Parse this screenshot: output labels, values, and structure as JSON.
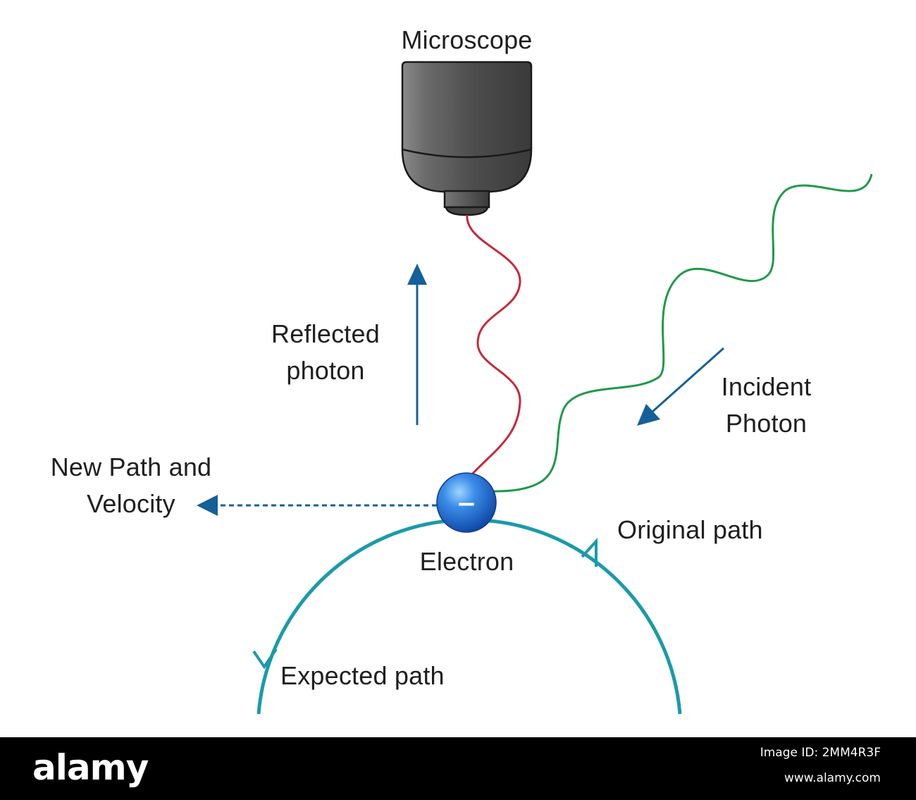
{
  "labels": {
    "microscope": "Microscope",
    "reflected_line1": "Reflected",
    "reflected_line2": "photon",
    "incident_line1": "Incident",
    "incident_line2": "Photon",
    "new_path_line1": "New Path and",
    "new_path_line2": "Velocity",
    "electron": "Electron",
    "electron_sign": "−",
    "original_path": "Original path",
    "expected_path": "Expected path"
  },
  "footer": {
    "logo": "alamy",
    "image_id": "Image ID: 2MM4R3F",
    "url": "www.alamy.com"
  },
  "colors": {
    "orbit": "#1a9aaa",
    "reflected_photon": "#c8283a",
    "incident_photon": "#1e9a48",
    "arrow": "#15609a",
    "electron": "#1f6fd1",
    "microscope_body": "#555555"
  },
  "icons": {
    "microscope": "microscope-objective-icon",
    "electron": "electron-sphere-icon"
  }
}
